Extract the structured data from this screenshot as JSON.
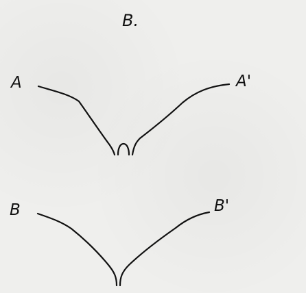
{
  "title": "B.",
  "labels": {
    "a_left": "A",
    "a_right": "A'",
    "b_left": "B",
    "b_right": "B'"
  },
  "colors": {
    "ink": "#111111",
    "paper": "#efefed"
  }
}
